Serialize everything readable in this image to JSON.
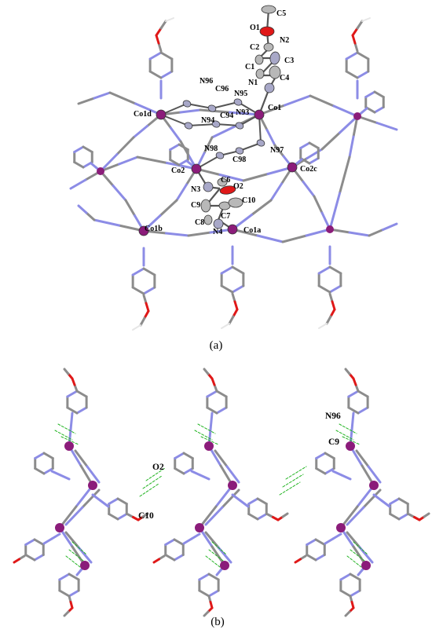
{
  "panel_a": {
    "caption": "(a)",
    "atom_labels": [
      "C5",
      "O1",
      "N2",
      "C2",
      "C3",
      "C1",
      "C4",
      "N1",
      "N96",
      "C96",
      "N95",
      "Co1d",
      "Co1",
      "N94",
      "C94",
      "N93",
      "N98",
      "N97",
      "C98",
      "Co2",
      "C6",
      "Co2c",
      "N3",
      "O2",
      "C10",
      "C9",
      "C7",
      "C8",
      "N4",
      "Co1b",
      "Co1a"
    ]
  },
  "panel_b": {
    "caption": "(b)",
    "atom_labels": [
      "N96",
      "C9",
      "O2",
      "C10"
    ]
  },
  "colors": {
    "carbon": "#8c8c8c",
    "nitrogen": "#8c8ce6",
    "cobalt": "#8b1c7a",
    "oxygen": "#e01818",
    "hydrogen": "#e6e6e6",
    "hbond": "#22b422"
  }
}
